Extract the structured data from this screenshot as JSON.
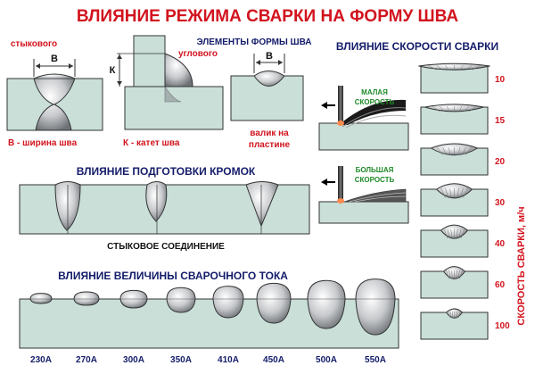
{
  "title": "ВЛИЯНИЕ РЕЖИМА СВАРКИ НА ФОРМУ ШВА",
  "elements": {
    "heading": "ЭЛЕМЕНТЫ ФОРМЫ ШВА",
    "butt_label": "стыкового",
    "fillet_label": "углового",
    "width_letter": "B",
    "leg_letter": "К",
    "width_caption": "B - ширина шва",
    "leg_caption": "К - катет  шва",
    "bead_caption_1": "валик на",
    "bead_caption_2": "пластине"
  },
  "speed": {
    "heading": "ВЛИЯНИЕ СКОРОСТИ СВАРКИ",
    "low_1": "МАЛАЯ",
    "low_2": "СКОРОСТЬ",
    "high_1": "БОЛЬШАЯ",
    "high_2": "СКОРОСТЬ",
    "axis_label": "СКОРОСТЬ СВАРКИ, м/ч",
    "values": [
      "10",
      "15",
      "20",
      "30",
      "40",
      "60",
      "100"
    ]
  },
  "edge_prep": {
    "heading": "ВЛИЯНИЕ ПОДГОТОВКИ КРОМОК",
    "caption": "СТЫКОВОЕ СОЕДИНЕНИЕ"
  },
  "current": {
    "heading": "ВЛИЯНИЕ ВЕЛИЧИНЫ СВАРОЧНОГО ТОКА",
    "values": [
      "230А",
      "270А",
      "300А",
      "350А",
      "410А",
      "450А",
      "500А",
      "550А"
    ]
  },
  "colors": {
    "title": "#d2141e",
    "heading": "#141c6a",
    "plate": "#c9dfd8",
    "speed_label": "#1e8a28"
  }
}
